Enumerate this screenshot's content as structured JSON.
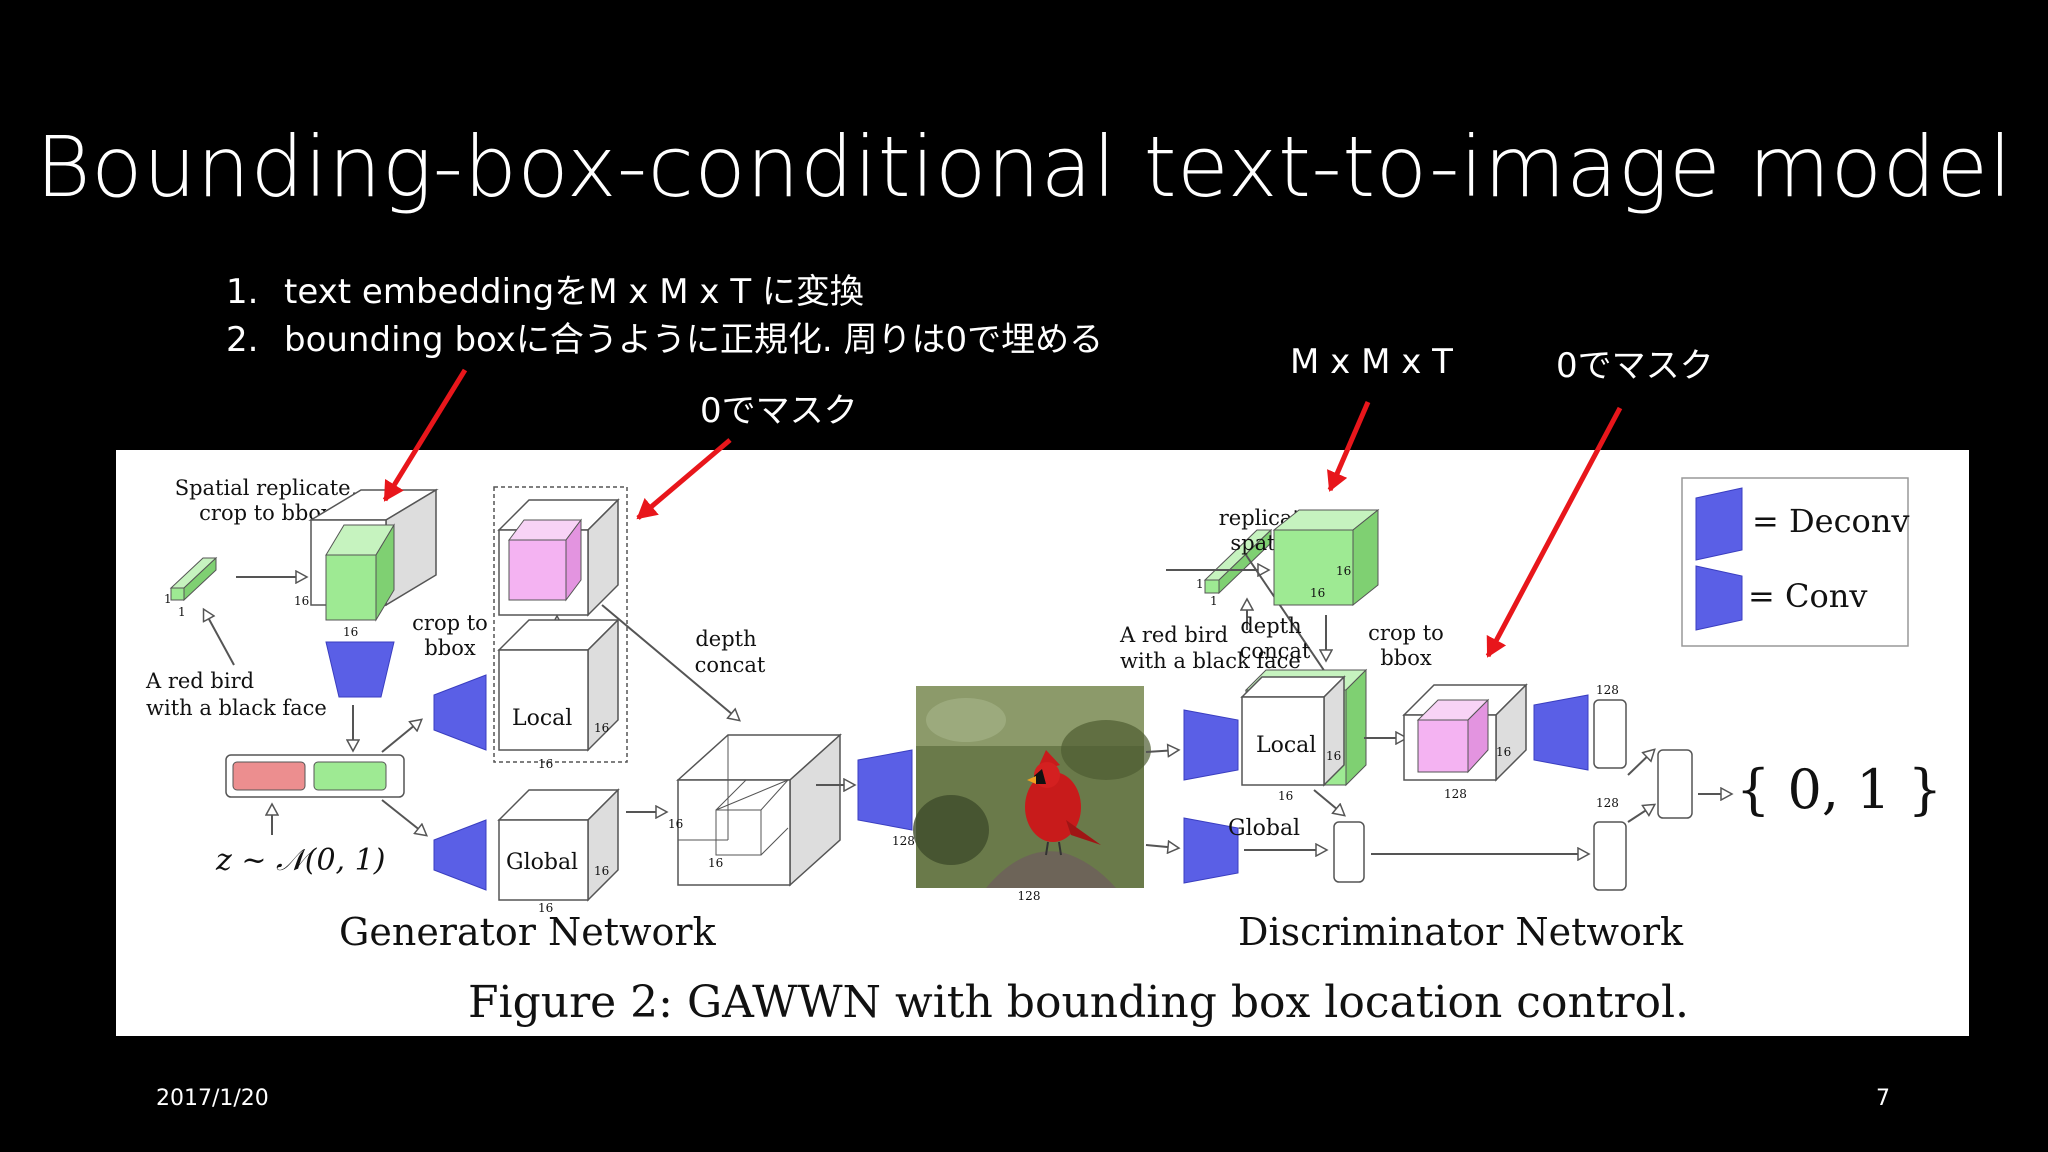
{
  "slide": {
    "title": "Bounding-box-conditional text-to-image model",
    "bullets": [
      {
        "num": "1.",
        "text": "text embeddingをM x M x T に変換"
      },
      {
        "num": "2.",
        "text": "bounding boxに合うように正規化. 周りは0で埋める"
      }
    ],
    "notes": {
      "mask_generator": "0でマスク",
      "mxmxt": "M x M x T",
      "mask_discriminator": "0でマスク"
    },
    "date": "2017/1/20",
    "page_number": "7"
  },
  "figure": {
    "caption": "Figure 2: GAWWN with bounding box location control.",
    "generator_title": "Generator Network",
    "discriminator_title": "Discriminator Network",
    "generator": {
      "spatial_label_1": "Spatial replicate,",
      "spatial_label_2": "crop to bbox",
      "text_label_1": "A red bird",
      "text_label_2": "with a black face",
      "noise_label": "z ~ 𝒩(0, 1)",
      "crop_label_1": "crop to",
      "crop_label_2": "bbox",
      "local_label": "Local",
      "global_label": "Global",
      "depth_label_1": "depth",
      "depth_label_2": "concat",
      "dims": [
        "1",
        "1",
        "16",
        "16",
        "16",
        "16",
        "16",
        "16",
        "16",
        "16",
        "128",
        "128"
      ]
    },
    "discriminator": {
      "text_label_1": "A red bird",
      "text_label_2": "with a black face",
      "replicate_label_1": "replicate",
      "replicate_label_2": "spatial",
      "depth_label_1": "depth",
      "depth_label_2": "concat",
      "crop_label_1": "crop to",
      "crop_label_2": "bbox",
      "local_label": "Local",
      "global_label": "Global",
      "output_label": "{ 0, 1 }",
      "dims": [
        "1",
        "1",
        "16",
        "16",
        "16",
        "16",
        "16",
        "128",
        "128",
        "128"
      ]
    },
    "legend": {
      "deconv": "= Deconv",
      "conv": "= Conv"
    }
  },
  "colors": {
    "background": "#000000",
    "text": "#ffffff",
    "annotation_arrow": "#e8161b",
    "conv_blue": "#5a5fe6",
    "green": "#9eea93",
    "pink": "#f4b3f2",
    "red_block": "#ec8e8f"
  }
}
